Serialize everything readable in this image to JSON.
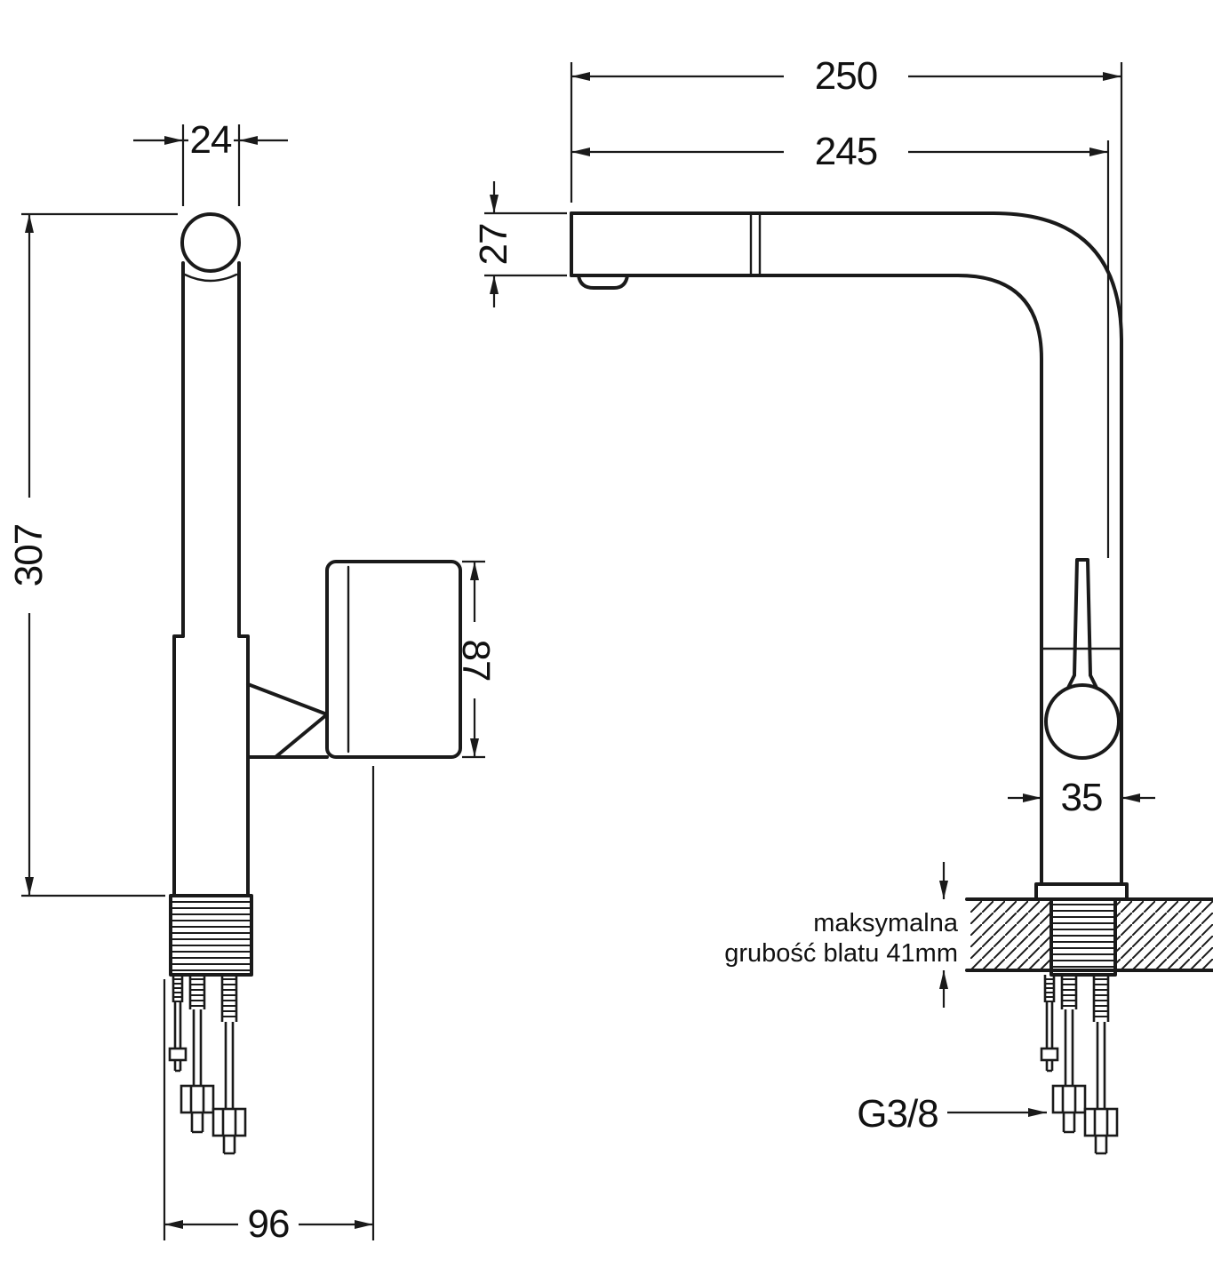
{
  "drawing": {
    "type": "technical-dimension-drawing",
    "subject": "kitchen faucet with pull-out spout, two projection views",
    "colors": {
      "background": "#ffffff",
      "line": "#1a1a1a"
    }
  },
  "dims": {
    "left": {
      "spout_width": "24",
      "height": "307",
      "handle_length": "87",
      "base_depth": "96"
    },
    "right": {
      "total_reach": "250",
      "spout_reach": "245",
      "spout_height": "27",
      "body_width": "35"
    }
  },
  "labels": {
    "thread_size": "G3/8",
    "counter_note_line1": "maksymalna",
    "counter_note_line2": "grubość blatu 41mm"
  }
}
